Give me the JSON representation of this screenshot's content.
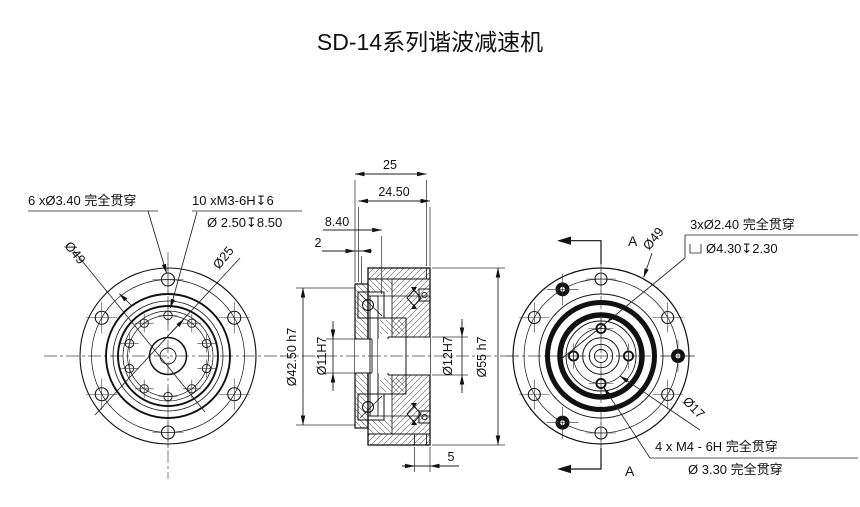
{
  "title": "SD-14系列谐波减速机",
  "left_view": {
    "callout_holes_outer": "6 xØ3.40 完全贯穿",
    "callout_holes_inner_line1": "10 xM3-6H↧6",
    "callout_holes_inner_line2": "Ø 2.50↧8.50",
    "dia_bolt_circle_outer": "Ø49",
    "dia_bolt_circle_inner": "Ø25"
  },
  "section_view": {
    "dim_total_width": "25",
    "dim_inner_width": "24.50",
    "dim_offset": "8.40",
    "dim_step": "2",
    "dim_output_depth": "5",
    "dia_body": "Ø42.50 h7",
    "dia_bore_left": "Ø11H7",
    "dia_bore_right": "Ø12H7",
    "dia_flange": "Ø55 h7"
  },
  "right_view": {
    "section_label": "A",
    "dia_bolt_circle_outer": "Ø49",
    "callout_holes_small_line1": "3xØ2.40 完全贯穿",
    "callout_holes_small_line2": "Ø4.30↧2.30",
    "dia_bolt_circle_m4": "Ø17",
    "callout_holes_m4_line1": "4 x  M4 - 6H 完全贯穿",
    "callout_holes_m4_line2": "Ø 3.30 完全贯穿"
  }
}
